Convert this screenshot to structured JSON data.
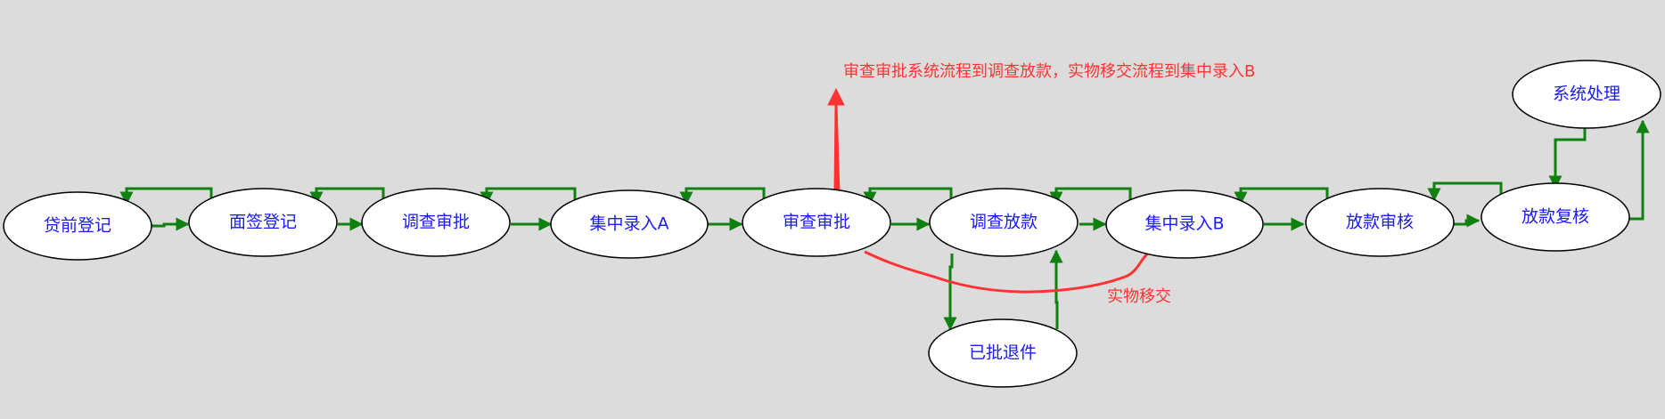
{
  "nodes": [
    {
      "id": "n1",
      "label": "贷前登记"
    },
    {
      "id": "n2",
      "label": "面签登记"
    },
    {
      "id": "n3",
      "label": "调查审批"
    },
    {
      "id": "n4",
      "label": "集中录入A"
    },
    {
      "id": "n5",
      "label": "审查审批"
    },
    {
      "id": "n6",
      "label": "调查放款"
    },
    {
      "id": "n7",
      "label": "集中录入B"
    },
    {
      "id": "n8",
      "label": "放款审核"
    },
    {
      "id": "n9",
      "label": "放款复核"
    },
    {
      "id": "n10",
      "label": "系统处理"
    },
    {
      "id": "n11",
      "label": "已批退件"
    }
  ],
  "annotations": {
    "top_note": "审查审批系统流程到调查放款，实物移交流程到集中录入B",
    "handover_note": "实物移交"
  },
  "colors": {
    "background": "#dcdcdc",
    "node_fill": "#ffffff",
    "node_border": "#000000",
    "node_text": "#1a1aff",
    "flow_arrow": "#108010",
    "annotation": "#ff3333"
  }
}
